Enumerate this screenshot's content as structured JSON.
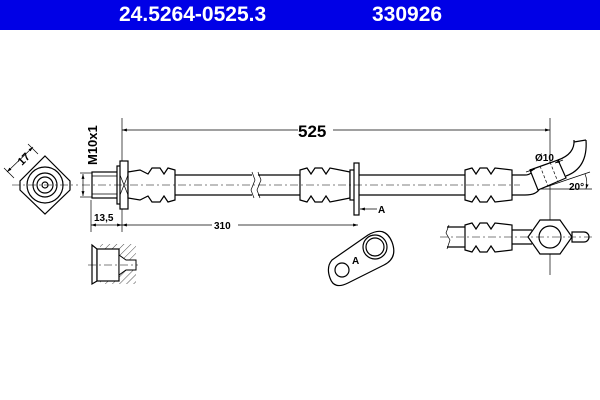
{
  "header": {
    "part_number": "24.5264-0525.3",
    "ref_number": "330926",
    "background": "#0000e6"
  },
  "dimensions": {
    "total_length": "525",
    "bracket_position": "310",
    "thread": "M10x1",
    "fitting_length": "13,5",
    "wrench_size": "17",
    "sleeve_diameter": "Ø10",
    "bend_angle": "20°",
    "view_label": "A",
    "view_label_detail": "A"
  }
}
